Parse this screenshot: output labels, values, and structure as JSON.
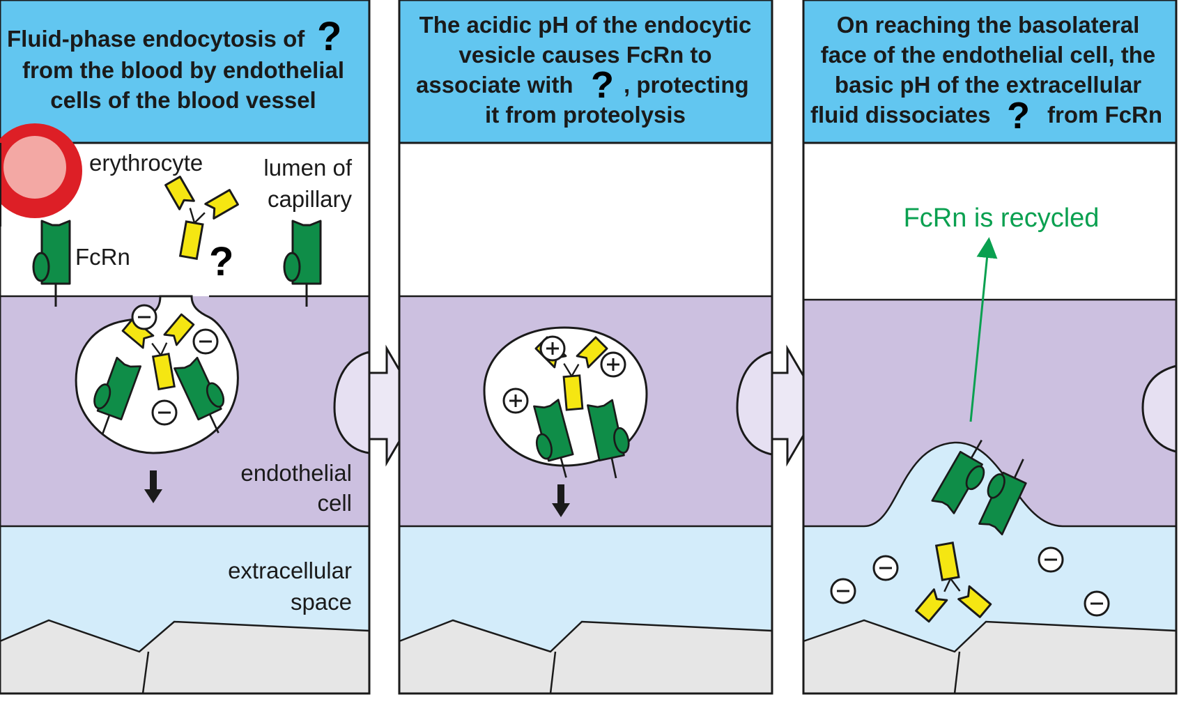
{
  "panels": [
    {
      "id": "panel-1",
      "header_lines": [
        "Fluid-phase endocytosis of",
        "from the blood by endothelial",
        "cells of the blood vessel"
      ]
    },
    {
      "id": "panel-2",
      "header_lines": [
        "The acidic pH of the endocytic",
        "vesicle causes FcRn to",
        "associate with",
        ", protecting",
        "it from proteolysis"
      ]
    },
    {
      "id": "panel-3",
      "header_lines": [
        "On reaching the basolateral",
        "face of the endothelial cell, the",
        "basic pH of the extracellular",
        "fluid dissociates",
        "from FcRn"
      ]
    }
  ],
  "labels": {
    "erythrocyte": "erythrocyte",
    "lumen_line1": "lumen of",
    "lumen_line2": "capillary",
    "fcrn": "FcRn",
    "endothelial_line1": "endothelial",
    "endothelial_line2": "cell",
    "extracellular_line1": "extracellular",
    "extracellular_line2": "space",
    "recycled": "FcRn is recycled"
  },
  "symbols": {
    "question_mark": "?",
    "minus": "−",
    "plus": "+"
  },
  "colors": {
    "header_bg": "#62c6f0",
    "cell_purple": "#ccc0e0",
    "extracellular_blue": "#d3ecfa",
    "tissue_gray": "#e6e6e6",
    "fcrn_green": "#0f8d48",
    "antibody_yellow": "#f5e612",
    "erythrocyte_red": "#dd1f26",
    "arrow_green": "#0aa050"
  }
}
